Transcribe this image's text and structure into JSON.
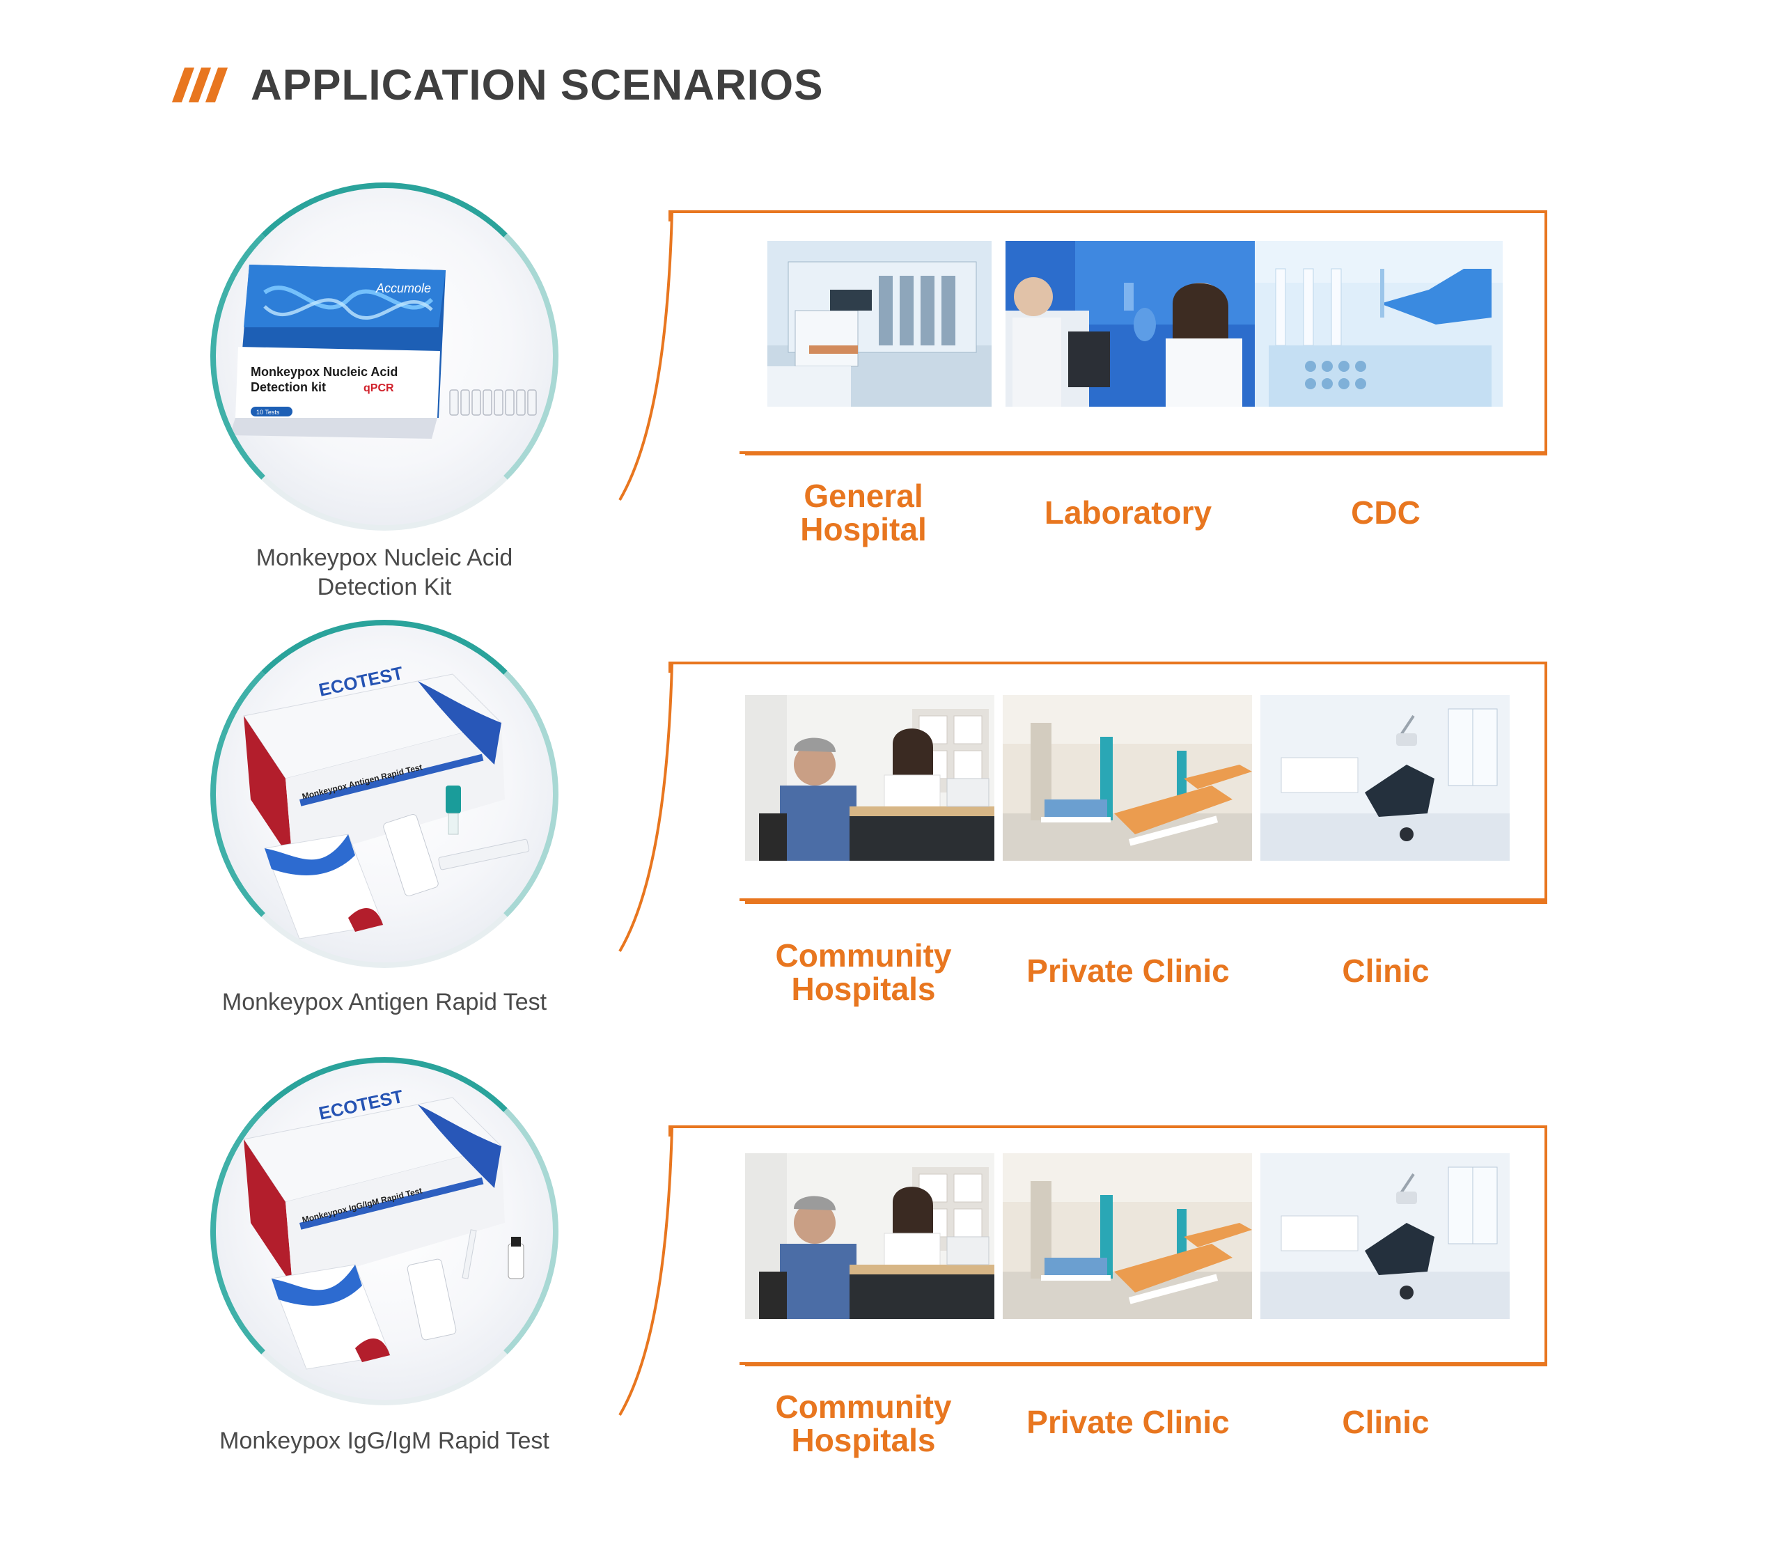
{
  "header": {
    "title": "APPLICATION SCENARIOS"
  },
  "colors": {
    "accent": "#E8761F",
    "teal": "#2AA39B",
    "text": "#3F3F3F"
  },
  "products": [
    {
      "name_line1": "Monkeypox Nucleic Acid",
      "name_line2": "Detection Kit",
      "box_brand": "Accumole",
      "box_title_line1": "Monkeypox Nucleic Acid",
      "box_title_line2": "Detection kit",
      "box_badge": "qPCR",
      "box_count": "10 Tests",
      "scenarios": [
        {
          "label_line1": "General",
          "label_line2": "Hospital",
          "image": "hospital-lab-room"
        },
        {
          "label_line1": "Laboratory",
          "label_line2": "",
          "image": "lab-scientist"
        },
        {
          "label_line1": "CDC",
          "label_line2": "",
          "image": "pipette-plate"
        }
      ]
    },
    {
      "name_line1": "Monkeypox Antigen Rapid Test",
      "name_line2": "",
      "box_brand": "ECOTEST",
      "box_title_line1": "Monkeypox Antigen Rapid Test",
      "scenarios": [
        {
          "label_line1": "Community",
          "label_line2": "Hospitals",
          "image": "doctor-patient"
        },
        {
          "label_line1": "Private Clinic",
          "label_line2": "",
          "image": "ward-beds"
        },
        {
          "label_line1": "Clinic",
          "label_line2": "",
          "image": "dental-chair"
        }
      ]
    },
    {
      "name_line1": "Monkeypox IgG/IgM Rapid Test",
      "name_line2": "",
      "box_brand": "ECOTEST",
      "box_title_line1": "Monkeypox IgG/IgM Rapid Test",
      "scenarios": [
        {
          "label_line1": "Community",
          "label_line2": "Hospitals",
          "image": "doctor-patient"
        },
        {
          "label_line1": "Private Clinic",
          "label_line2": "",
          "image": "ward-beds"
        },
        {
          "label_line1": "Clinic",
          "label_line2": "",
          "image": "dental-chair"
        }
      ]
    }
  ]
}
